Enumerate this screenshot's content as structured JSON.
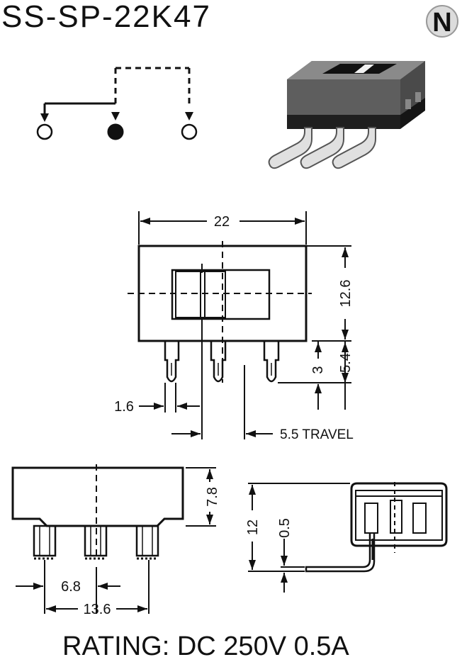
{
  "title": "SS-SP-22K47",
  "logo_letter": "N",
  "dimensions": {
    "width": "22",
    "height": "12.6",
    "pin_pitch_left": "1.6",
    "travel": "5.5 TRAVEL",
    "pin_length": "3",
    "pin_total": "5.4",
    "side_height": "7.8",
    "pitch": "6.8",
    "span": "13.6",
    "end_height": "12",
    "end_thickness": "0.5"
  },
  "rating": "RATING: DC 250V 0.5A"
}
